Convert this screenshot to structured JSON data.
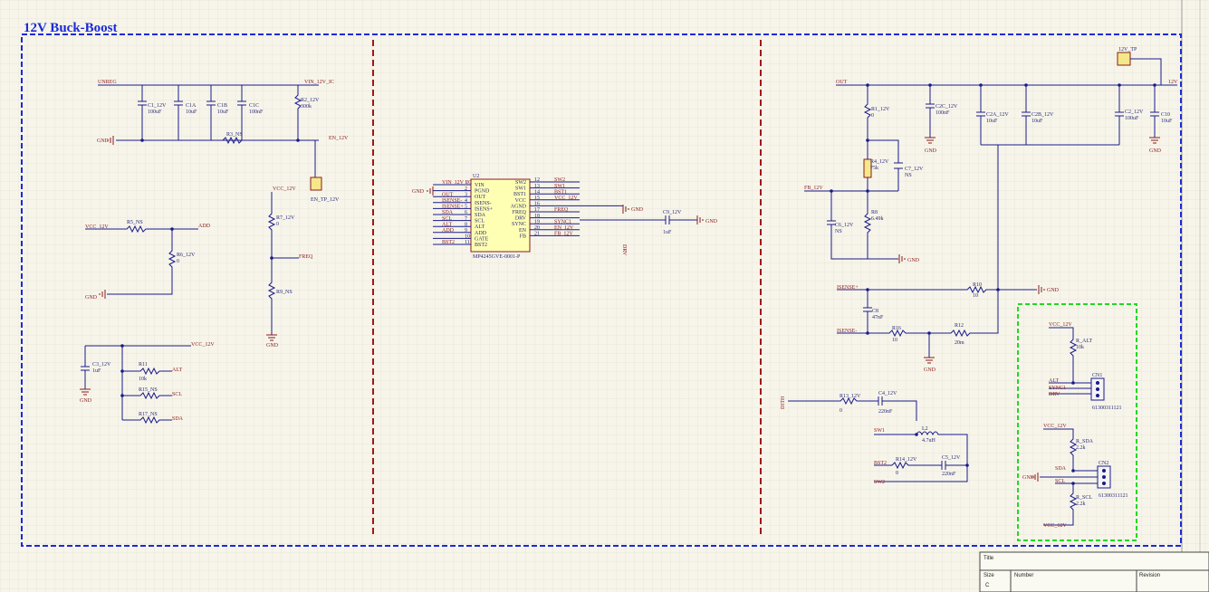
{
  "sheet": {
    "title": "12V Buck-Boost",
    "title_block": {
      "title_label": "Title",
      "size_label": "Size",
      "size_value": "C",
      "number_label": "Number",
      "revision_label": "Revision"
    }
  },
  "nets": {
    "unreg": "UNREG",
    "vin_12v_ic": "VIN_12V_IC",
    "en_12v": "EN_12V",
    "en_tp": "EN_TP_12V",
    "vcc_12v": "VCC_12V",
    "add": "ADD",
    "freq": "FREQ",
    "gnd": "GND",
    "alt": "ALT",
    "scl": "SCL",
    "sda": "SDA",
    "out": "OUT",
    "v12": "12V",
    "tp_12v": "12V_TP",
    "fb_12v": "FB_12V",
    "isense_p": "ISENSE+",
    "isense_m": "ISENSE-",
    "dith": "DITH",
    "sw1": "SW1",
    "sw2": "SW2",
    "bst1": "BST1",
    "bst2": "BST2",
    "sync1": "SYNC1",
    "drv": "DRV"
  },
  "components": {
    "c1": [
      "C1_12V",
      "100uF"
    ],
    "c1a": [
      "C1A",
      "10uF"
    ],
    "c1b": [
      "C1B",
      "10uF"
    ],
    "c1c": [
      "C1C",
      "100nF"
    ],
    "r2": [
      "R2_12V",
      "300k"
    ],
    "r3": [
      "R3_NS",
      ""
    ],
    "r5": [
      "R5_NS",
      ""
    ],
    "r6": [
      "R6_12V",
      "0"
    ],
    "r7": [
      "R7_12V",
      "0"
    ],
    "r9": [
      "R9_NS",
      ""
    ],
    "c3": [
      "C3_12V",
      "1uF"
    ],
    "r11": [
      "R11",
      "10k"
    ],
    "r15": [
      "R15_NS",
      ""
    ],
    "r17": [
      "R17_NS",
      ""
    ],
    "u2_ref": "U2",
    "u2_part": "MP4245GVE-0001-P",
    "c9": [
      "C9_12V",
      "1uF"
    ],
    "r1": [
      "R1_12V",
      "0"
    ],
    "c2c": [
      "C2C_12V",
      "100nF"
    ],
    "c2a": [
      "C2A_12V",
      "10uF"
    ],
    "c2b": [
      "C2B_12V",
      "10uF"
    ],
    "c2": [
      "C2_12V",
      "100uF"
    ],
    "c10": [
      "C10",
      "10uF"
    ],
    "r4": [
      "R4_12V",
      "75k"
    ],
    "c7": [
      "C7_12V",
      "NS"
    ],
    "r8": [
      "R8",
      "6.49k"
    ],
    "c6": [
      "C6_12V",
      "NS"
    ],
    "r10": [
      "R10",
      "10"
    ],
    "c8": [
      "C8",
      "47nF"
    ],
    "r16": [
      "R16",
      "10"
    ],
    "r12": [
      "R12",
      "20m"
    ],
    "r13": [
      "R13_12V",
      "0"
    ],
    "c4": [
      "C4_12V",
      "220nF"
    ],
    "l2": [
      "L2",
      "4.7uH"
    ],
    "r14": [
      "R14_12V",
      "0"
    ],
    "c5": [
      "C5_12V",
      "220nF"
    ],
    "r_alt": [
      "R_ALT",
      "10k"
    ],
    "r_sda": [
      "R_SDA",
      "2.2k"
    ],
    "r_scl": [
      "R_SCL",
      "2.2k"
    ],
    "cn1": "CN1",
    "cn2": "CN2",
    "hdr_part": "61300311121"
  },
  "u2_pins_left": [
    [
      "VIN_12V_IC",
      "1",
      "VIN"
    ],
    [
      "",
      "2",
      "PGND"
    ],
    [
      "OUT",
      "3",
      "OUT"
    ],
    [
      "ISENSE-",
      "4",
      "ISENS-"
    ],
    [
      "ISENSE+",
      "5",
      "ISENS+"
    ],
    [
      "SDA",
      "6",
      "SDA"
    ],
    [
      "SCL",
      "7",
      "SCL"
    ],
    [
      "ALT",
      "8",
      "ALT"
    ],
    [
      "ADD",
      "9",
      "ADD"
    ],
    [
      "",
      "10",
      "GATE"
    ],
    [
      "BST2",
      "11",
      "BST2"
    ]
  ],
  "u2_pins_right": [
    [
      "SW2",
      "12",
      "SW2"
    ],
    [
      "SW1",
      "13",
      "SW1"
    ],
    [
      "BST1",
      "14",
      "BST1"
    ],
    [
      "VCC_12V",
      "15",
      "VCC"
    ],
    [
      "",
      "16",
      "AGND"
    ],
    [
      "FREQ",
      "17",
      "FREQ"
    ],
    [
      "",
      "18",
      "DRV"
    ],
    [
      "SYNC1",
      "19",
      "SYNC"
    ],
    [
      "EN_12V",
      "20",
      "EN"
    ],
    [
      "FB_12V",
      "21",
      "FB"
    ]
  ]
}
